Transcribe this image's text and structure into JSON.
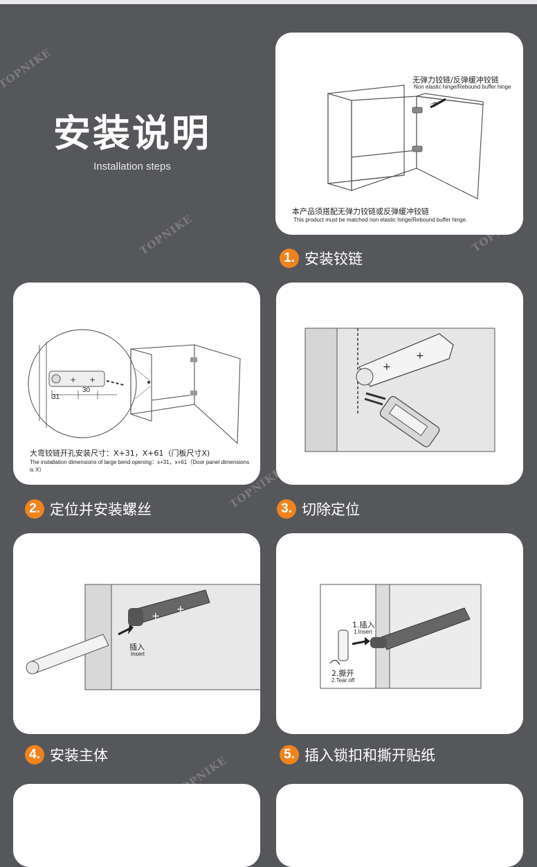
{
  "header": {
    "title": "安装说明",
    "subtitle": "Installation steps"
  },
  "watermark": "TOPNIKE",
  "accent_color": "#f0831e",
  "steps": [
    {
      "number": "1.",
      "label": "安装铰链",
      "caption_cn_top": "无弹力铰链/反弹缓冲铰链",
      "caption_en_top": "Non elastic hinge/Rebound buffer hinge",
      "caption_cn": "本产品须搭配无弹力铰链或反弹缓冲铰链",
      "caption_en": "This product must be matched  non elastic hinge/Rebound buffer hinge."
    },
    {
      "number": "2.",
      "label": "定位并安装螺丝",
      "dim_31": "31",
      "dim_30": "30",
      "caption_cn": "大弯铰链开孔安装尺寸：X+31，X+61（门板尺寸X)",
      "caption_en": "The installation dimensions of large bend opening：x+31，x+61（Door panel dimensions is X）"
    },
    {
      "number": "3.",
      "label": "切除定位"
    },
    {
      "number": "4.",
      "label": "安装主体",
      "callout_cn": "插入",
      "callout_en": "Insert"
    },
    {
      "number": "5.",
      "label": "插入锁扣和撕开贴纸",
      "callout1_cn": "1.插入",
      "callout1_en": "1.Insert",
      "callout2_cn": "2.撕开",
      "callout2_en": "2.Tear off"
    }
  ]
}
